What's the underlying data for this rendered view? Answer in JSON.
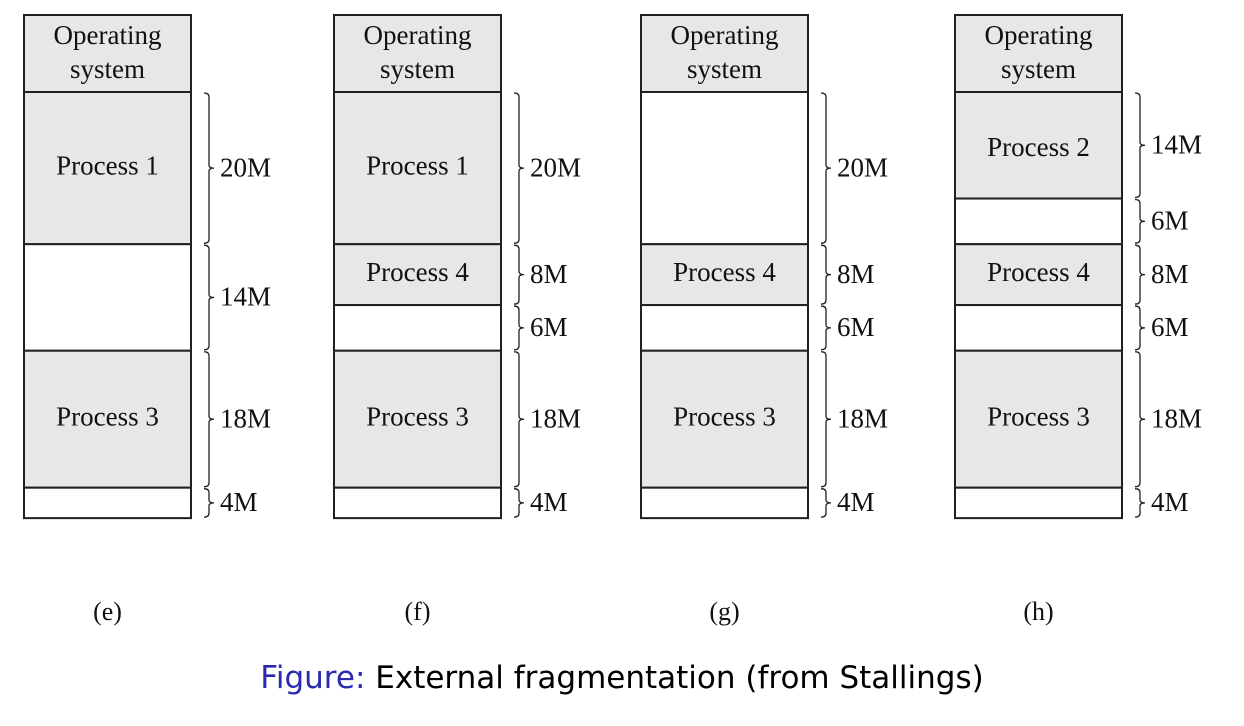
{
  "colors": {
    "filled": "#e6e7e8",
    "free": "#ffffff",
    "stroke": "#231f20",
    "caption_label": "#2a2ab0"
  },
  "os_label": [
    "Operating",
    "system"
  ],
  "panels": [
    {
      "label": "(e)",
      "segments": [
        {
          "mb": 20,
          "name": "Process 1",
          "size_label": "20M"
        },
        {
          "mb": 14,
          "name": "",
          "size_label": "14M"
        },
        {
          "mb": 18,
          "name": "Process 3",
          "size_label": "18M"
        },
        {
          "mb": 4,
          "name": "",
          "size_label": "4M"
        }
      ]
    },
    {
      "label": "(f)",
      "segments": [
        {
          "mb": 20,
          "name": "Process 1",
          "size_label": "20M"
        },
        {
          "mb": 8,
          "name": "Process 4",
          "size_label": "8M"
        },
        {
          "mb": 6,
          "name": "",
          "size_label": "6M"
        },
        {
          "mb": 18,
          "name": "Process 3",
          "size_label": "18M"
        },
        {
          "mb": 4,
          "name": "",
          "size_label": "4M"
        }
      ]
    },
    {
      "label": "(g)",
      "segments": [
        {
          "mb": 20,
          "name": "",
          "size_label": "20M"
        },
        {
          "mb": 8,
          "name": "Process 4",
          "size_label": "8M"
        },
        {
          "mb": 6,
          "name": "",
          "size_label": "6M"
        },
        {
          "mb": 18,
          "name": "Process 3",
          "size_label": "18M"
        },
        {
          "mb": 4,
          "name": "",
          "size_label": "4M"
        }
      ]
    },
    {
      "label": "(h)",
      "segments": [
        {
          "mb": 14,
          "name": "Process 2",
          "size_label": "14M"
        },
        {
          "mb": 6,
          "name": "",
          "size_label": "6M"
        },
        {
          "mb": 8,
          "name": "Process 4",
          "size_label": "8M"
        },
        {
          "mb": 6,
          "name": "",
          "size_label": "6M"
        },
        {
          "mb": 18,
          "name": "Process 3",
          "size_label": "18M"
        },
        {
          "mb": 4,
          "name": "",
          "size_label": "4M"
        }
      ]
    }
  ],
  "caption": {
    "label": "Figure:",
    "text": "External fragmentation (from Stallings)"
  }
}
